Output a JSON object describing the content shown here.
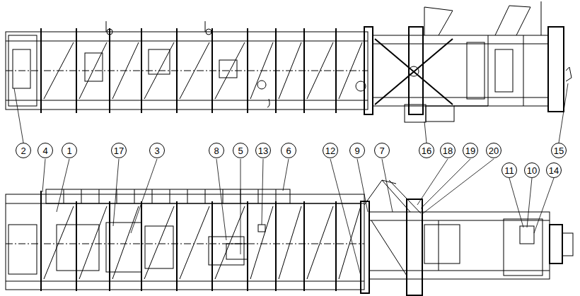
{
  "diagram": {
    "nodes": [
      {
        "text": [
          "2"
        ]
      },
      {
        "text": [
          "4"
        ]
      },
      {
        "text": [
          "1"
        ]
      },
      {
        "text": [
          "17"
        ]
      },
      {
        "text": [
          "3"
        ]
      },
      {
        "text": [
          "8"
        ]
      },
      {
        "text": [
          "5"
        ]
      },
      {
        "text": [
          "13"
        ]
      },
      {
        "text": [
          "6"
        ]
      },
      {
        "text": [
          "12"
        ]
      },
      {
        "text": [
          "9"
        ]
      },
      {
        "text": [
          "7"
        ]
      },
      {
        "text": [
          "16"
        ]
      },
      {
        "text": [
          "18"
        ]
      },
      {
        "text": [
          "19"
        ]
      },
      {
        "text": [
          "20"
        ]
      },
      {
        "text": [
          "15"
        ]
      },
      {
        "text": [
          "11"
        ]
      },
      {
        "text": [
          "10"
        ]
      },
      {
        "text": [
          "14"
        ]
      }
    ]
  }
}
